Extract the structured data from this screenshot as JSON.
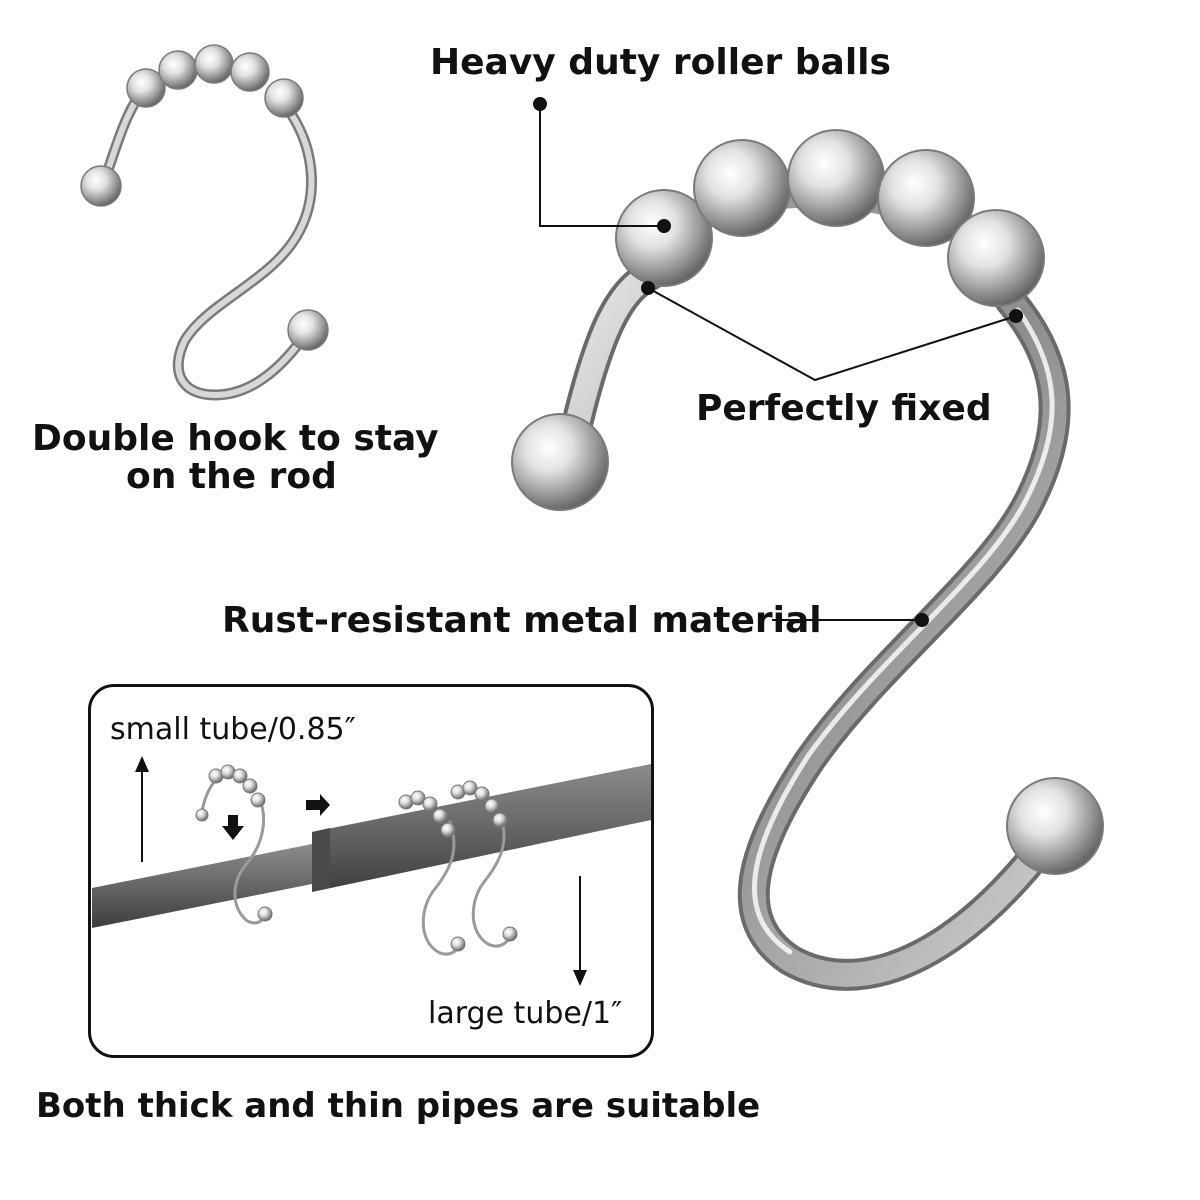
{
  "callouts": {
    "roller_balls": "Heavy duty roller balls",
    "fixed": "Perfectly fixed",
    "material": "Rust-resistant metal material",
    "double_hook_line1": "Double hook to stay",
    "double_hook_line2": "on the rod"
  },
  "inset": {
    "small_tube": "small tube/0.85″",
    "large_tube": "large tube/1″"
  },
  "footer": "Both thick and thin pipes are suitable",
  "colors": {
    "chrome_light": "#f4f4f4",
    "chrome_mid": "#a8a8a8",
    "chrome_dark": "#4a4a4a",
    "rod_dark": "#5a5a5a",
    "rod_light": "#8a8a8a",
    "ink": "#111111"
  }
}
